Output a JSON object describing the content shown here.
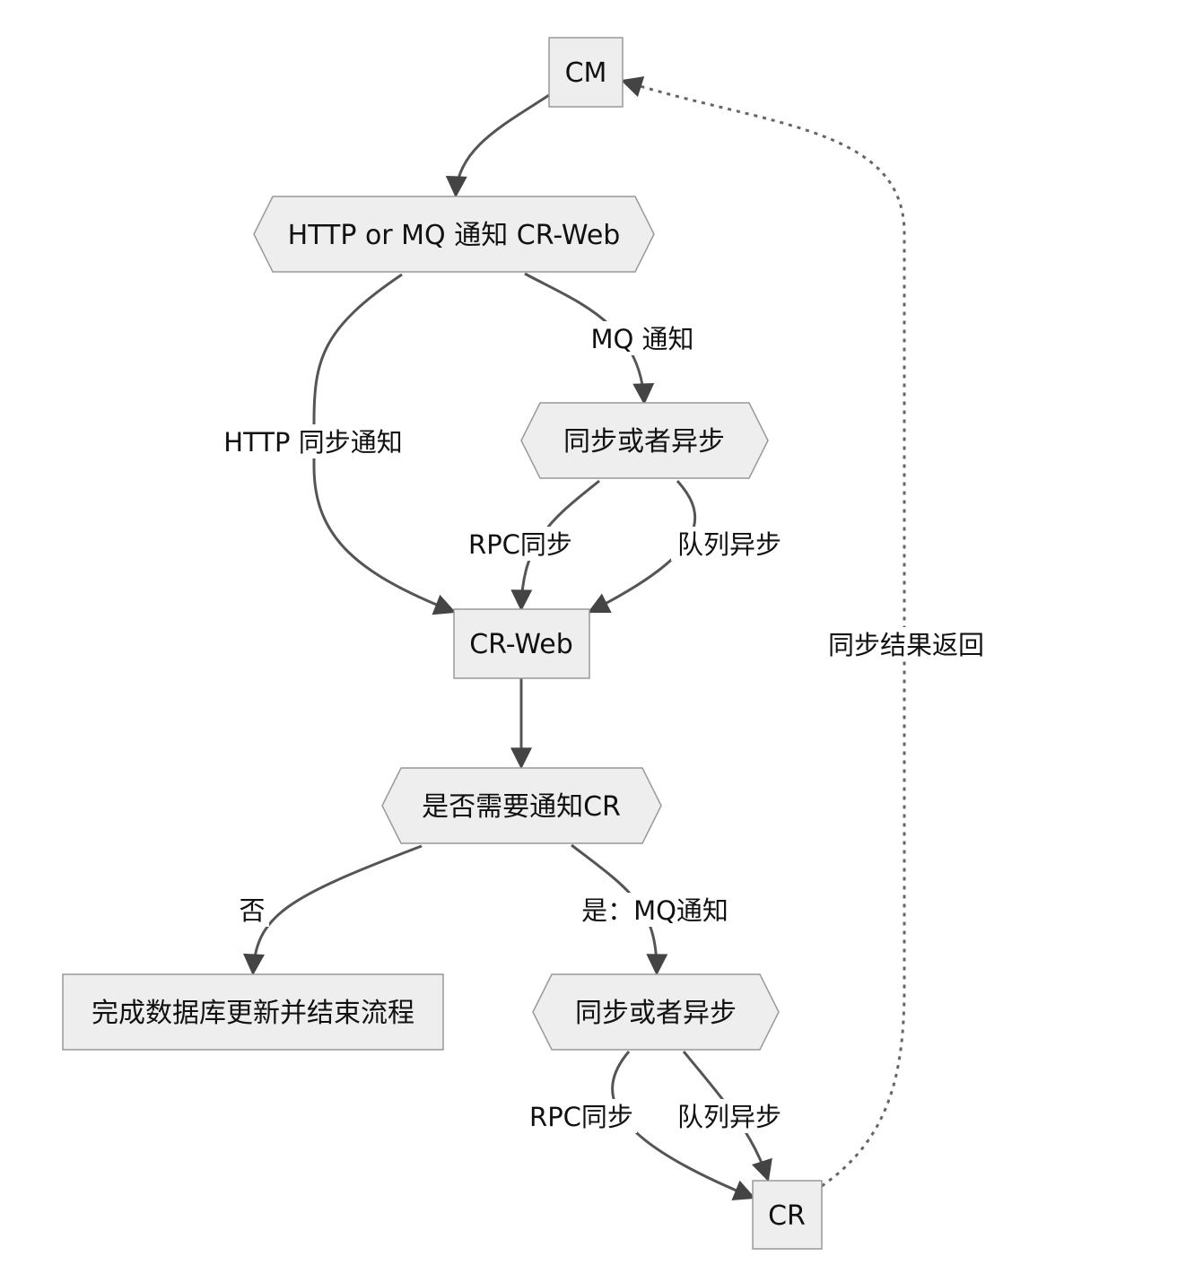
{
  "nodes": {
    "cm": "CM",
    "notify_crweb": "HTTP or MQ 通知 CR-Web",
    "sync_or_async_1": "同步或者异步",
    "cr_web": "CR-Web",
    "need_notify_cr": "是否需要通知CR",
    "finish_update": "完成数据库更新并结束流程",
    "sync_or_async_2": "同步或者异步",
    "cr": "CR"
  },
  "edges": {
    "mq_notify": "MQ 通知",
    "http_sync_notify": "HTTP 同步通知",
    "rpc_sync_1": "RPC同步",
    "queue_async_1": "队列异步",
    "no": "否",
    "yes_mq_notify": "是：MQ通知",
    "rpc_sync_2": "RPC同步",
    "queue_async_2": "队列异步",
    "sync_result_return": "同步结果返回"
  },
  "colors": {
    "node_fill": "#eeeeee",
    "node_stroke": "#999999",
    "edge": "#555555"
  }
}
